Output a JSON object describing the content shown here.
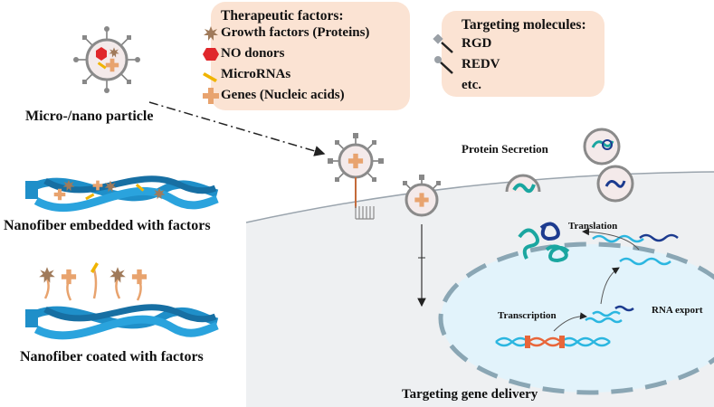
{
  "therapeutic": {
    "title": "Therapeutic factors:",
    "items": [
      "Growth factors (Proteins)",
      "NO donors",
      "MicroRNAs",
      "Genes (Nucleic acids)"
    ]
  },
  "targeting": {
    "title": "Targeting molecules:",
    "items": [
      "RGD",
      "REDV",
      "etc."
    ]
  },
  "labels": {
    "particle": "Micro-/nano particle",
    "embedded": "Nanofiber embedded with factors",
    "coated": "Nanofiber coated with factors",
    "secretion": "Protein Secretion",
    "translation": "Translation",
    "rna_export": "RNA export",
    "transcription": "Transcription",
    "delivery": "Targeting gene delivery"
  },
  "colors": {
    "box_fill": "#fbe3d3",
    "cell_fill": "#eef0f2",
    "nucleus_fill": "#e2f3fb",
    "fiber_blue": "#1f8fc9",
    "growth_factor": "#a07a5a",
    "no_donor": "#e0272b",
    "microrna": "#f0b400",
    "gene": "#e8a36e",
    "protein_teal": "#1aa6a0",
    "protein_navy": "#1c3b8f",
    "dna_orange": "#e8663a"
  },
  "icons": [
    "growth-factor-icon",
    "no-donor-icon",
    "microrna-icon",
    "gene-icon",
    "targeting-molecule-icon"
  ]
}
